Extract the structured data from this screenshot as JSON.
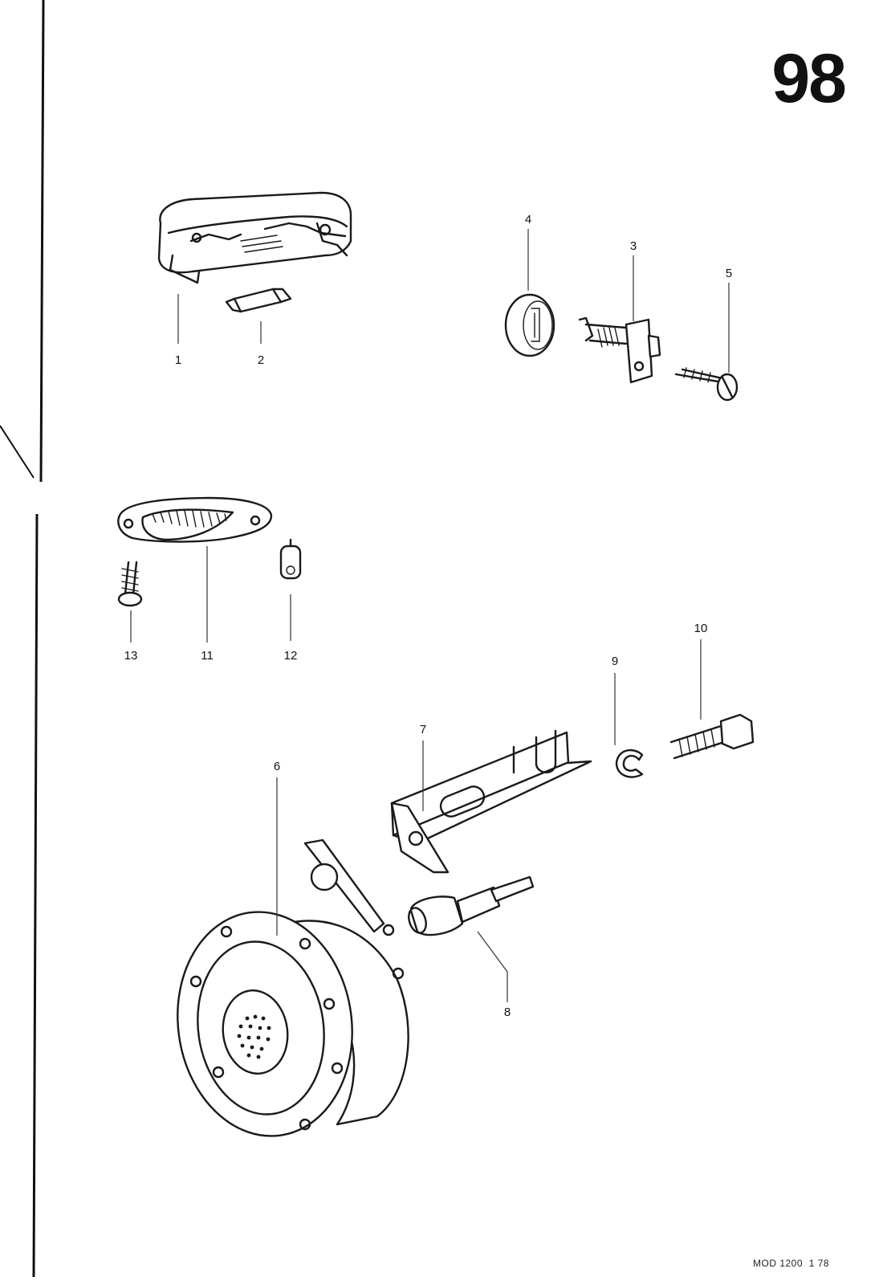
{
  "page_number": "98",
  "footer": "MOD 1200  1 78",
  "callouts": {
    "c1": "1",
    "c2": "2",
    "c3": "3",
    "c4": "4",
    "c5": "5",
    "c6": "6",
    "c7": "7",
    "c8": "8",
    "c9": "9",
    "c10": "10",
    "c11": "11",
    "c12": "12",
    "c13": "13"
  }
}
